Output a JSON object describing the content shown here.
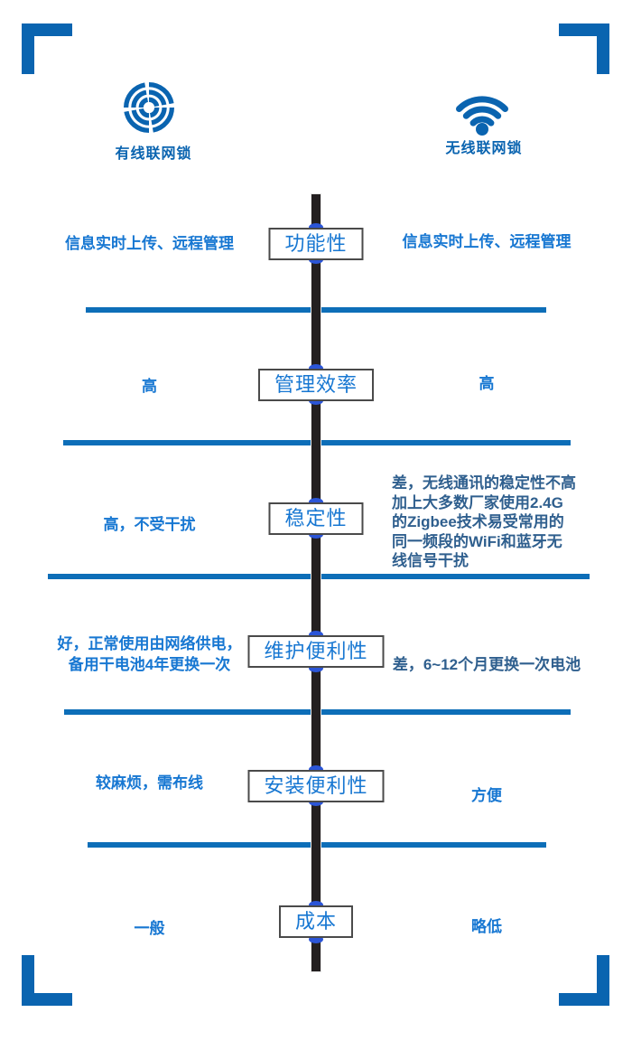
{
  "colors": {
    "brand": "#0a64b0",
    "line": "#0d6eb8",
    "text_blue": "#1777d2",
    "text_navy": "#2f5f8e",
    "bar": "#231f20",
    "dot": "#2b55d8",
    "box_border": "#4a4a4a"
  },
  "header": {
    "left": {
      "icon": "pinwheel-logo-icon",
      "label": "有线联网锁"
    },
    "right": {
      "icon": "wifi-icon",
      "label": "无线联网锁"
    }
  },
  "rows": [
    {
      "category": "功能性",
      "left": "信息实时上传、远程管理",
      "right": "信息实时上传、远程管理"
    },
    {
      "category": "管理效率",
      "left": "高",
      "right": "高"
    },
    {
      "category": "稳定性",
      "left": "高，不受干扰",
      "right": "差，无线通讯的稳定性不高\n加上大多数厂家使用2.4G\n的Zigbee技术易受常用的\n同一频段的WiFi和蓝牙无\n线信号干扰"
    },
    {
      "category": "维护便利性",
      "left": "好，正常使用由网络供电，\n备用干电池4年更换一次",
      "right": "差，6~12个月更换一次电池"
    },
    {
      "category": "安装便利性",
      "left": "较麻烦，需布线",
      "right": "方便"
    },
    {
      "category": "成本",
      "left": "一般",
      "right": "略低"
    }
  ]
}
